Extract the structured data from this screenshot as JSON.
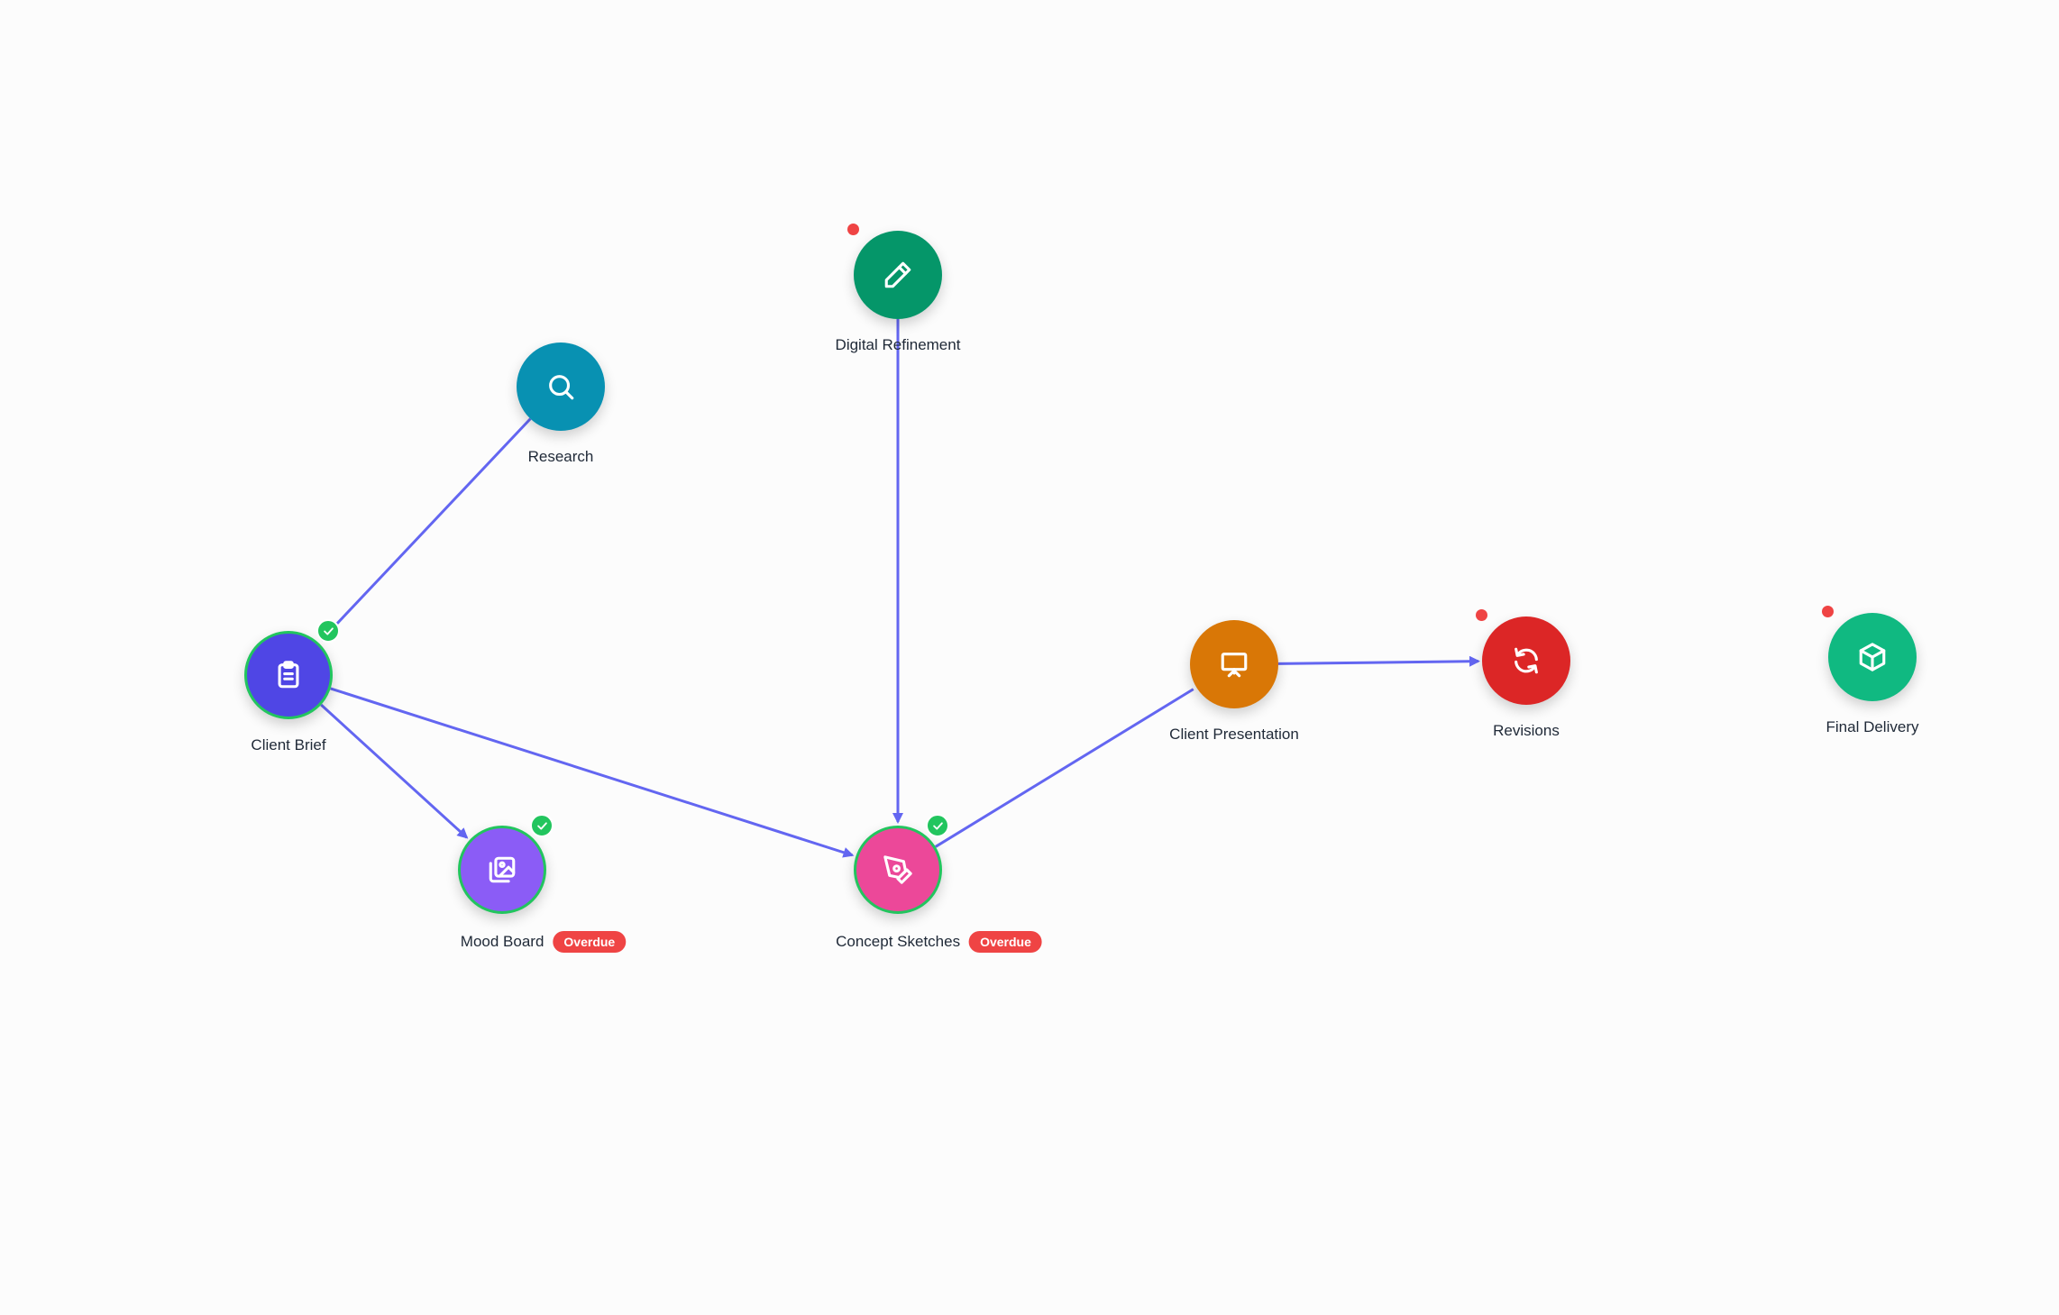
{
  "colors": {
    "edge": "#6366f1",
    "done_ring": "#22c55e",
    "alert": "#ef4444"
  },
  "nodes": [
    {
      "id": "research",
      "label": "Research",
      "color": "#0891b2",
      "icon": "search-icon",
      "done": false,
      "alert": false,
      "overdue": false
    },
    {
      "id": "client-brief",
      "label": "Client Brief",
      "color": "#4f46e5",
      "icon": "clipboard-icon",
      "done": true,
      "alert": false,
      "overdue": false
    },
    {
      "id": "mood-board",
      "label": "Mood Board",
      "color": "#8b5cf6",
      "icon": "images-icon",
      "done": true,
      "alert": false,
      "overdue": true,
      "badge": "Overdue"
    },
    {
      "id": "digital-refinement",
      "label": "Digital Refinement",
      "color": "#059669",
      "icon": "pencil-icon",
      "done": false,
      "alert": true,
      "overdue": false
    },
    {
      "id": "concept-sketches",
      "label": "Concept Sketches",
      "color": "#ec4899",
      "icon": "pen-tool-icon",
      "done": true,
      "alert": false,
      "overdue": true,
      "badge": "Overdue"
    },
    {
      "id": "client-presentation",
      "label": "Client Presentation",
      "color": "#d97706",
      "icon": "presentation-icon",
      "done": false,
      "alert": false,
      "overdue": false
    },
    {
      "id": "revisions",
      "label": "Revisions",
      "color": "#dc2626",
      "icon": "refresh-icon",
      "done": false,
      "alert": true,
      "overdue": false
    },
    {
      "id": "final-delivery",
      "label": "Final Delivery",
      "color": "#10b981",
      "icon": "package-icon",
      "done": false,
      "alert": true,
      "overdue": false
    }
  ],
  "edges": [
    {
      "from": "research",
      "to": "client-brief",
      "arrow": false
    },
    {
      "from": "client-brief",
      "to": "mood-board",
      "arrow": true
    },
    {
      "from": "client-brief",
      "to": "concept-sketches",
      "arrow": true
    },
    {
      "from": "digital-refinement",
      "to": "concept-sketches",
      "arrow": true
    },
    {
      "from": "concept-sketches",
      "to": "client-presentation",
      "arrow": false
    },
    {
      "from": "client-presentation",
      "to": "revisions",
      "arrow": true
    }
  ]
}
